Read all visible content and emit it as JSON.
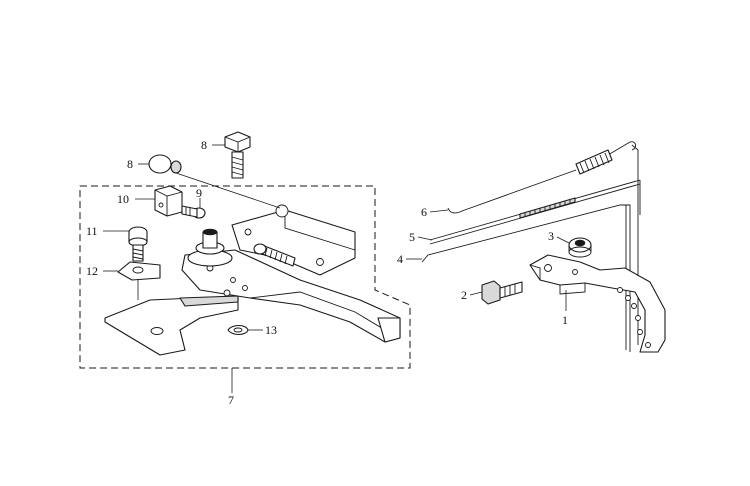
{
  "callouts": {
    "c1": "1",
    "c2": "2",
    "c3": "3",
    "c4": "4",
    "c5": "5",
    "c6": "6",
    "c7": "7",
    "c8a": "8",
    "c8b": "8",
    "c9": "9",
    "c10": "10",
    "c11": "11",
    "c12": "12",
    "c13": "13"
  },
  "colors": {
    "line": "#1a1a1a",
    "fill": "#ffffff",
    "shade": "#d9d9d9"
  }
}
